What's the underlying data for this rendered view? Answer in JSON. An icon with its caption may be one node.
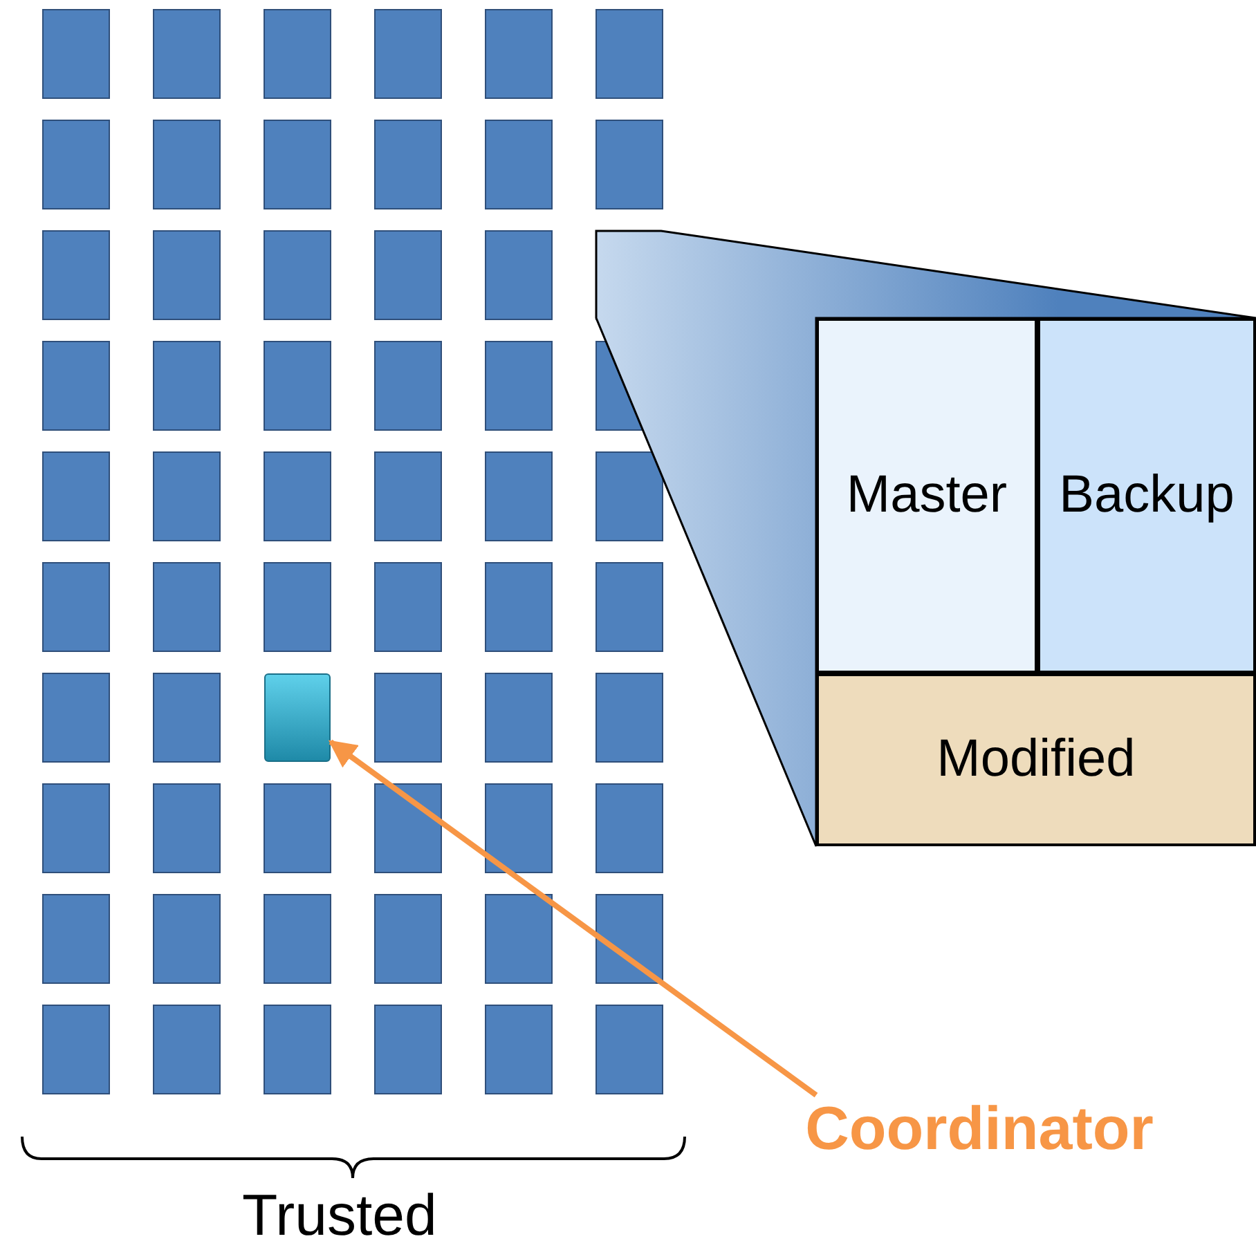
{
  "diagram": {
    "nodes": [
      {
        "text": [],
        "shape": "box"
      },
      {
        "text": [
          "Master"
        ]
      },
      {
        "text": [
          "Backup"
        ]
      },
      {
        "text": [
          "Modified"
        ]
      },
      {
        "text": [
          "Coordinator"
        ]
      }
    ],
    "edges": [
      {
        "from": 4,
        "to": 0,
        "arrow": "to"
      }
    ],
    "labels": [
      "Trusted"
    ]
  }
}
